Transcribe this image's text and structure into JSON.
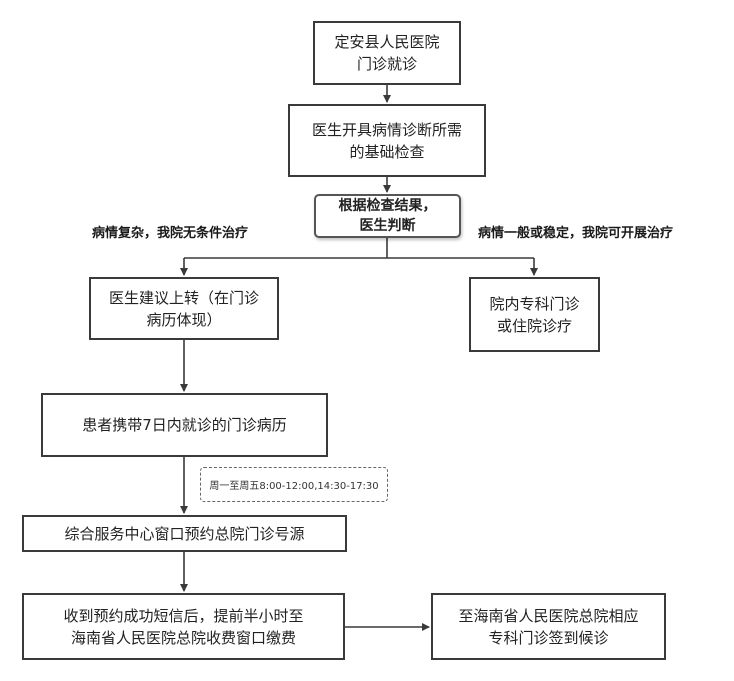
{
  "nodes": {
    "start": "定安县人民医院\n门诊就诊",
    "basic_exam": "医生开具病情诊断所需\n的基础检查",
    "decision": "根据检查结果，\n医生判断",
    "transfer_advice": "医生建议上转（在门诊\n病历体现）",
    "in_hospital": "院内专科门诊\n或住院诊疗",
    "carry_records": "患者携带7日内就诊的门诊病历",
    "book_appointment": "综合服务中心窗口预约总院门诊号源",
    "pay_fee": "收到预约成功短信后，提前半小时至\n海南省人民医院总院收费窗口缴费",
    "check_in": "至海南省人民医院总院相应\n专科门诊签到候诊"
  },
  "branch_labels": {
    "left": "病情复杂，我院无条件治疗",
    "right": "病情一般或稳定，我院可开展治疗"
  },
  "note": "周一至周五8:00-12:00,14:30-17:30",
  "colors": {
    "line": "#3a3a3a",
    "box_border": "#3a3a3a",
    "background": "#ffffff"
  }
}
